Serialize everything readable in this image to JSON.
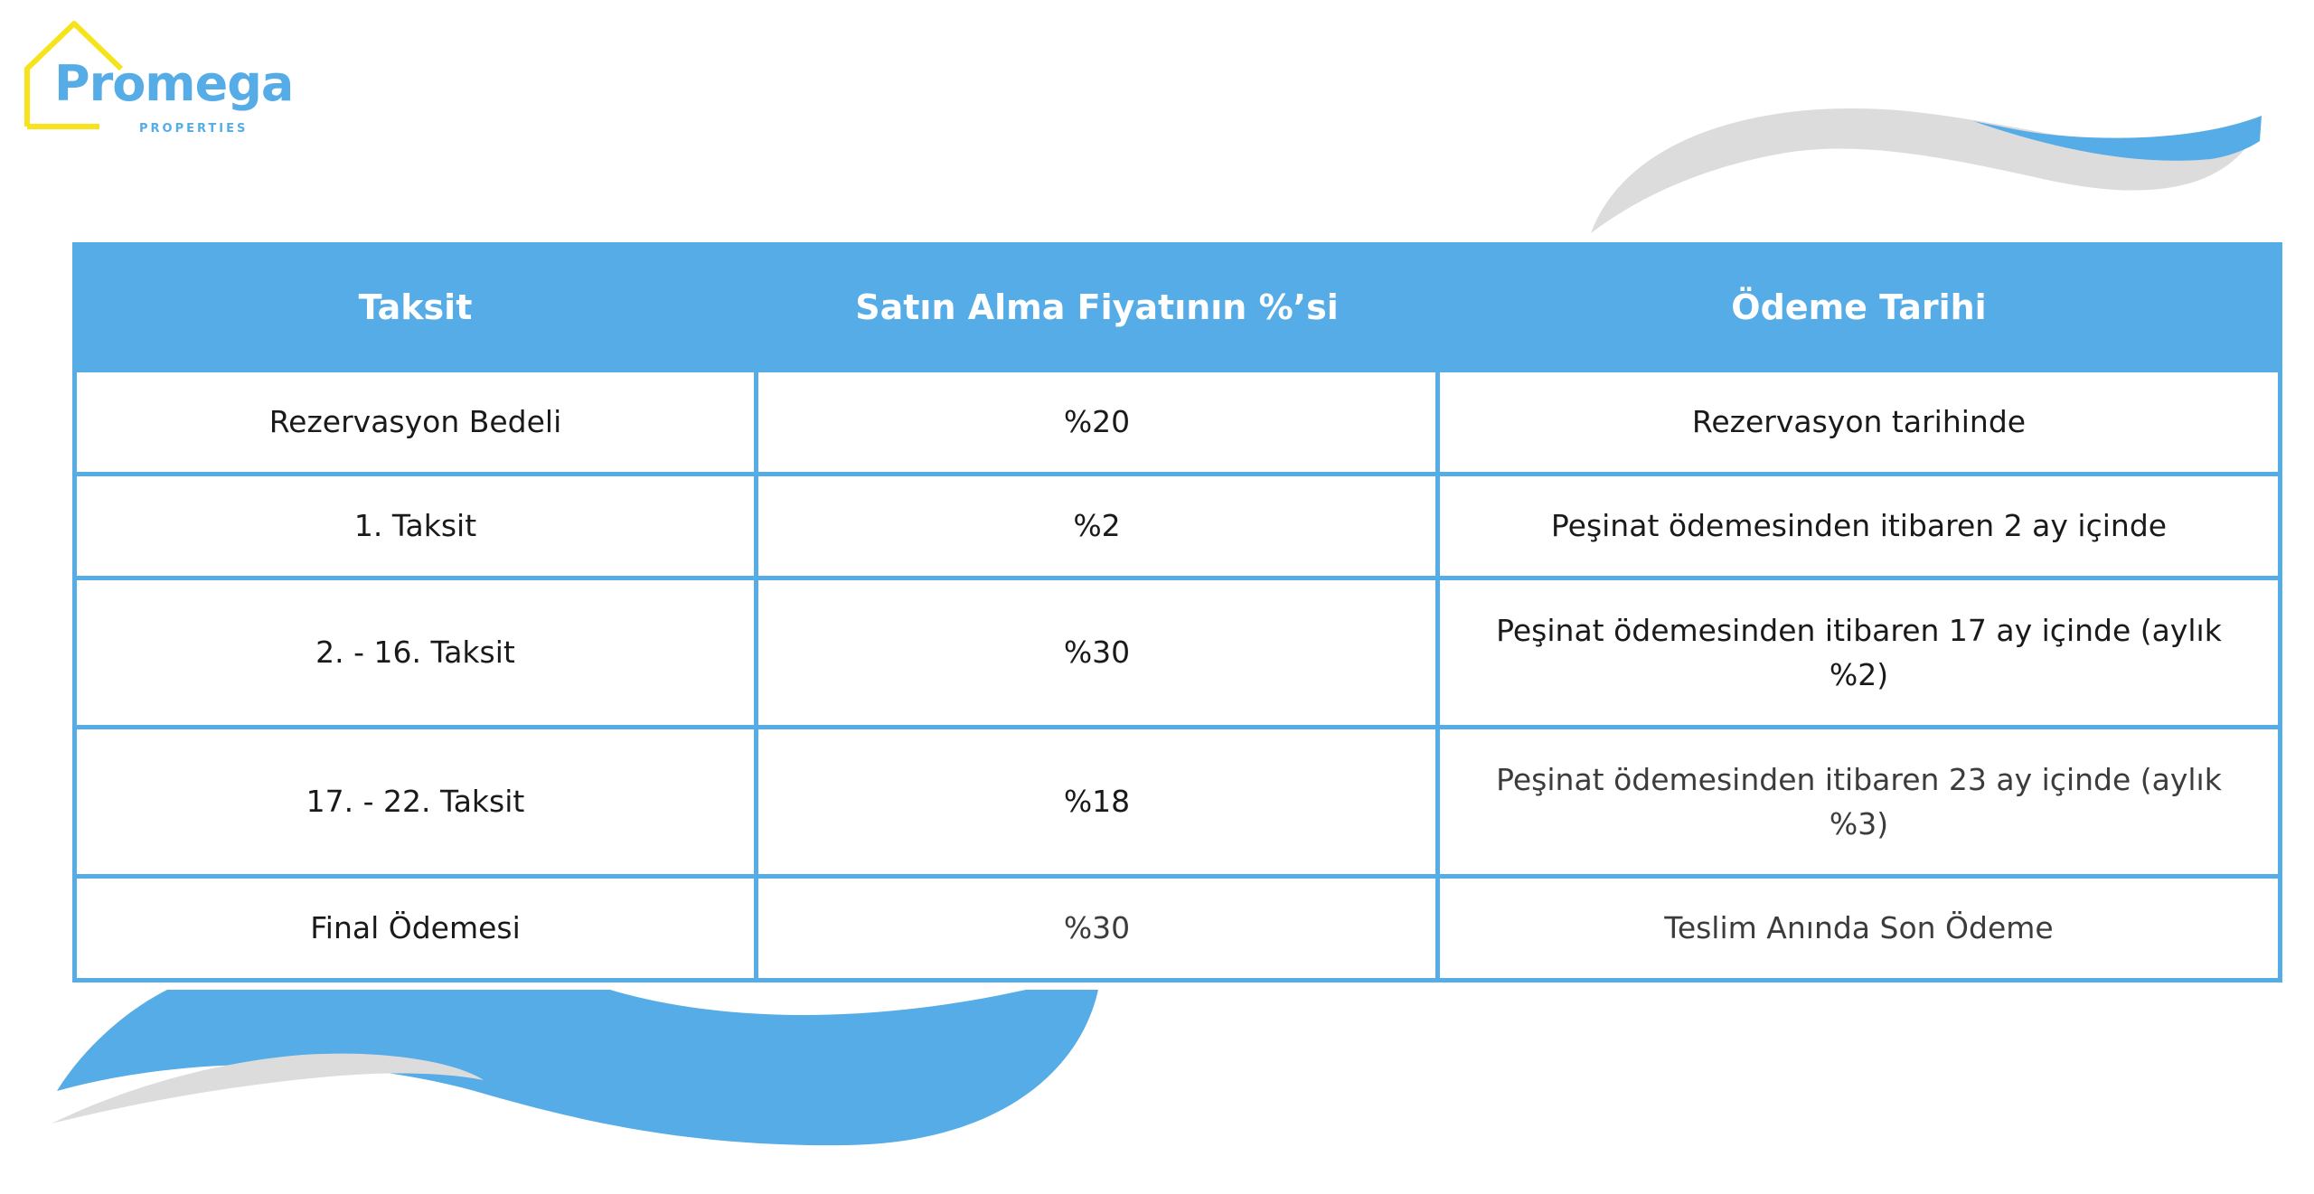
{
  "brand": {
    "name": "Promega",
    "subtitle": "PROPERTIES",
    "colors": {
      "primary": "#55ace6",
      "accent": "#f7e31c",
      "wave_gray": "#dcdcdc"
    }
  },
  "table": {
    "headers": [
      "Taksit",
      "Satın Alma Fiyatının %’si",
      "Ödeme Tarihi"
    ],
    "rows": [
      [
        "Rezervasyon Bedeli",
        "%20",
        "Rezervasyon tarihinde"
      ],
      [
        "1. Taksit",
        "%2",
        "Peşinat ödemesinden itibaren 2 ay içinde"
      ],
      [
        "2. - 16. Taksit",
        "%30",
        "Peşinat ödemesinden itibaren 17 ay içinde (aylık %2)"
      ],
      [
        "17. - 22. Taksit",
        "%18",
        "Peşinat ödemesinden itibaren 23 ay içinde (aylık %3)"
      ],
      [
        "Final Ödemesi",
        "%30",
        "Teslim Anında Son Ödeme"
      ]
    ]
  }
}
